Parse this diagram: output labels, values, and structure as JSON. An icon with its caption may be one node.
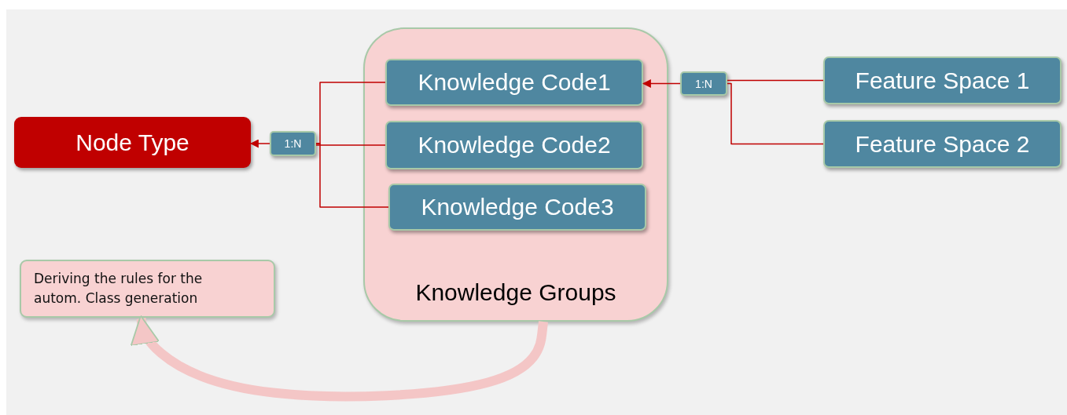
{
  "diagram": {
    "nodes": [
      {
        "text": [
          "Node Type"
        ]
      },
      {
        "text": [
          "1:N"
        ]
      },
      {
        "text": [
          "Knowledge Groups"
        ]
      },
      {
        "text": [
          "Knowledge Code1"
        ],
        "in": 2
      },
      {
        "text": [
          "Knowledge Code2"
        ],
        "in": 2
      },
      {
        "text": [
          "Knowledge Code3"
        ],
        "in": 2
      },
      {
        "text": [
          "1:N"
        ]
      },
      {
        "text": [
          "Feature Space 1"
        ]
      },
      {
        "text": [
          "Feature Space 2"
        ]
      },
      {
        "text": [
          "Deriving the rules for the autom. Class generation"
        ]
      }
    ],
    "edges": [
      {
        "from": 3,
        "to": 1,
        "arrow": "none"
      },
      {
        "from": 4,
        "to": 1,
        "arrow": "none"
      },
      {
        "from": 5,
        "to": 1,
        "arrow": "none"
      },
      {
        "from": 1,
        "to": 0,
        "arrow": "to"
      },
      {
        "from": 7,
        "to": 6,
        "arrow": "none"
      },
      {
        "from": 8,
        "to": 6,
        "arrow": "none"
      },
      {
        "from": 6,
        "to": 3,
        "arrow": "to"
      },
      {
        "from": 2,
        "to": 9,
        "arrow": "to",
        "style": "thick",
        "color": "#f4c6c6"
      }
    ]
  }
}
